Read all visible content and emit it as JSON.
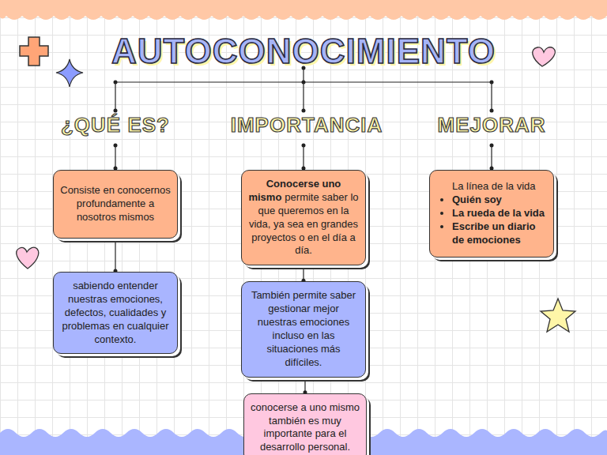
{
  "diagram": {
    "title": "AUTOCONOCIMIENTO",
    "nodes": [
      {
        "text": [
          "Consiste en conocernos profundamente a nosotros mismos"
        ]
      },
      {
        "text": [
          "sabiendo entender nuestras emociones, defectos, cualidades y problemas en cualquier contexto."
        ]
      },
      {
        "text": [
          "Conocerse uno mismo",
          "permite saber lo que queremos en la vida, ya sea en grandes proyectos o en el día a día."
        ]
      },
      {
        "text": [
          "También permite saber gestionar mejor nuestras emociones incluso en las situaciones más difíciles."
        ]
      },
      {
        "text": [
          "conocerse a uno mismo también es muy importante para el desarrollo personal."
        ]
      },
      {
        "text": [
          "La línea de la vida",
          "Quién soy",
          "La rueda de la vida",
          "Escribe un diario de emociones"
        ]
      }
    ],
    "edges": [
      {
        "from": 0,
        "to": 1,
        "arrow": "none"
      },
      {
        "from": 2,
        "to": 3,
        "arrow": "none"
      },
      {
        "from": 3,
        "to": 4,
        "arrow": "none"
      }
    ],
    "labels": [
      "¿QUÉ ES?",
      "IMPORTANCIA",
      "MEJORAR"
    ]
  }
}
